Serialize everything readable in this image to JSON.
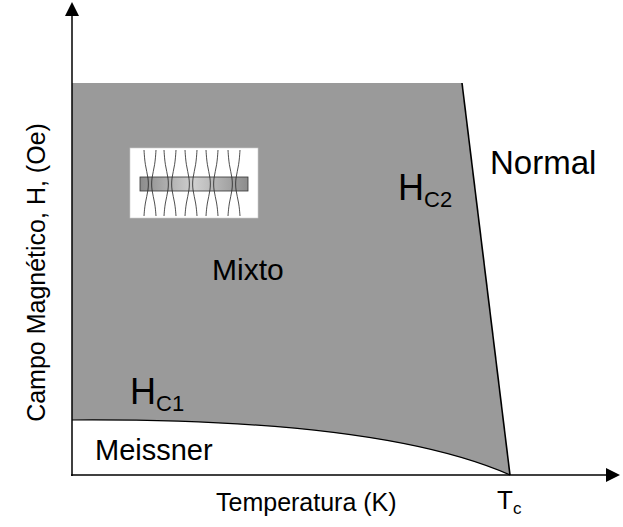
{
  "diagram": {
    "labels": [
      "Campo Magnético, H, (Oe)",
      "Temperatura (K)",
      "Tc",
      "Normal",
      "HC2",
      "Mixto",
      "HC1",
      "Meissner"
    ]
  }
}
